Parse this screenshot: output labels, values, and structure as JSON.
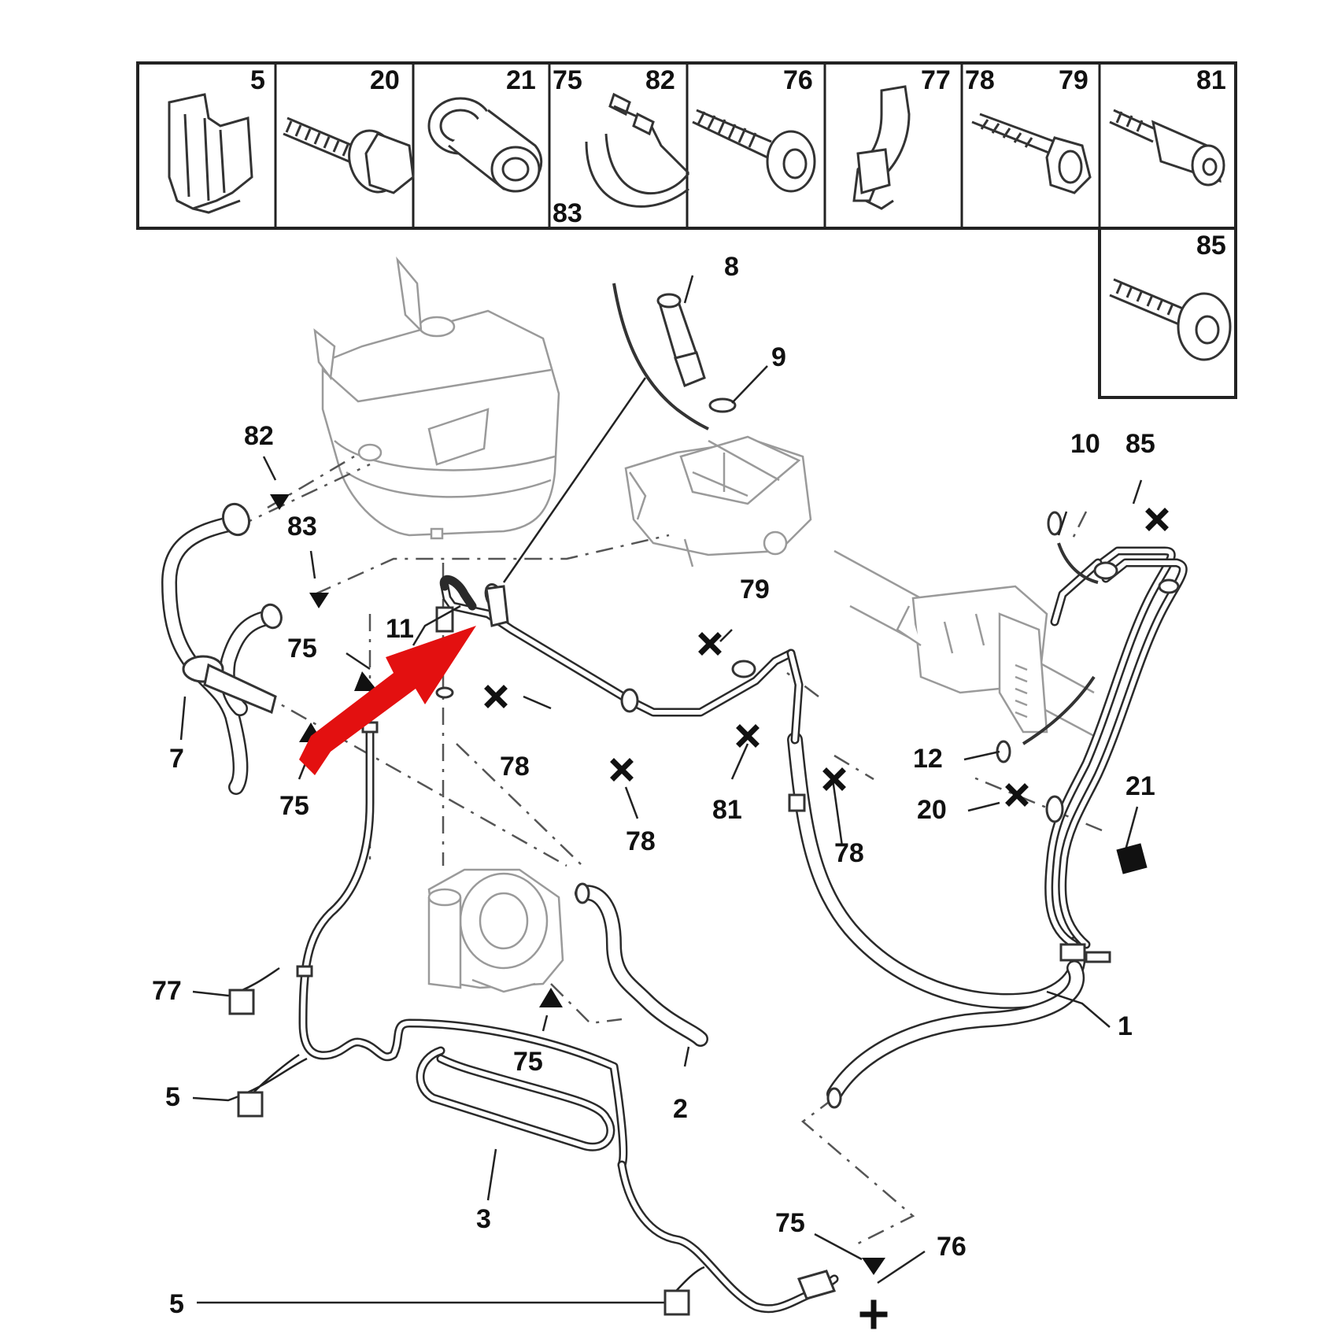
{
  "legend_cells": [
    {
      "id": "cell-5",
      "labels": [
        "5"
      ]
    },
    {
      "id": "cell-20",
      "labels": [
        "20"
      ]
    },
    {
      "id": "cell-21",
      "labels": [
        "21"
      ]
    },
    {
      "id": "cell-75-82-83",
      "labels": [
        "75",
        "82",
        "83"
      ]
    },
    {
      "id": "cell-76",
      "labels": [
        "76"
      ]
    },
    {
      "id": "cell-77",
      "labels": [
        "77"
      ]
    },
    {
      "id": "cell-78-79",
      "labels": [
        "78",
        "79"
      ]
    },
    {
      "id": "cell-81",
      "labels": [
        "81"
      ]
    },
    {
      "id": "cell-85",
      "labels": [
        "85"
      ]
    }
  ],
  "callouts": {
    "c1": "1",
    "c2": "2",
    "c3": "3",
    "c5a": "5",
    "c5b": "5",
    "c7": "7",
    "c8": "8",
    "c9": "9",
    "c10": "10",
    "c11": "11",
    "c12": "12",
    "c20": "20",
    "c21": "21",
    "c75a": "75",
    "c75b": "75",
    "c75c": "75",
    "c75d": "75",
    "c76": "76",
    "c77": "77",
    "c78a": "78",
    "c78b": "78",
    "c78c": "78",
    "c79": "79",
    "c81": "81",
    "c82": "82",
    "c83": "83",
    "c85": "85"
  },
  "colors": {
    "arrow": "#e31010",
    "line": "#2a2a2a",
    "ghost": "#9a9a9a"
  },
  "symbols": [
    "triangle-marker",
    "cross-marker",
    "square-marker",
    "filled-square-marker"
  ]
}
